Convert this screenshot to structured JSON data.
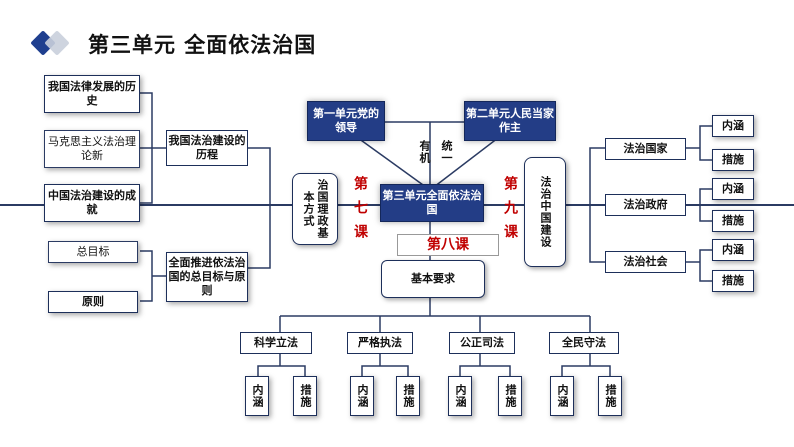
{
  "title": "第三单元  全面依法治国",
  "colors": {
    "navy": "#233d86",
    "line": "#2b3b63",
    "red": "#c00000"
  },
  "left": {
    "history_items": [
      "我国法律发展的历史",
      "马克思主义法治理论新",
      "中国法治建设的成就"
    ],
    "history_label": "我国法治建设的历程",
    "goal_items": [
      "总目标",
      "原则"
    ],
    "goal_label": "全面推进依法治国的总目标与原则"
  },
  "center": {
    "unit1": "第一单元党的领导",
    "unit2": "第二单元人民当家作主",
    "unit3": "第三单元全面依法治国",
    "youji": "有机",
    "tongyi": "统一",
    "lesson7_box": "治国理政基本方式",
    "lesson7_label": "第七课",
    "lesson8_label": "第八课",
    "lesson9_box": "法治中国建设",
    "lesson9_label": "第九课",
    "basic": "基本要求"
  },
  "right": {
    "items": [
      "法治国家",
      "法治政府",
      "法治社会"
    ],
    "sub": [
      "内涵",
      "措施"
    ]
  },
  "bottom": {
    "items": [
      "科学立法",
      "严格执法",
      "公正司法",
      "全民守法"
    ],
    "sub": [
      "内涵",
      "措施"
    ]
  }
}
